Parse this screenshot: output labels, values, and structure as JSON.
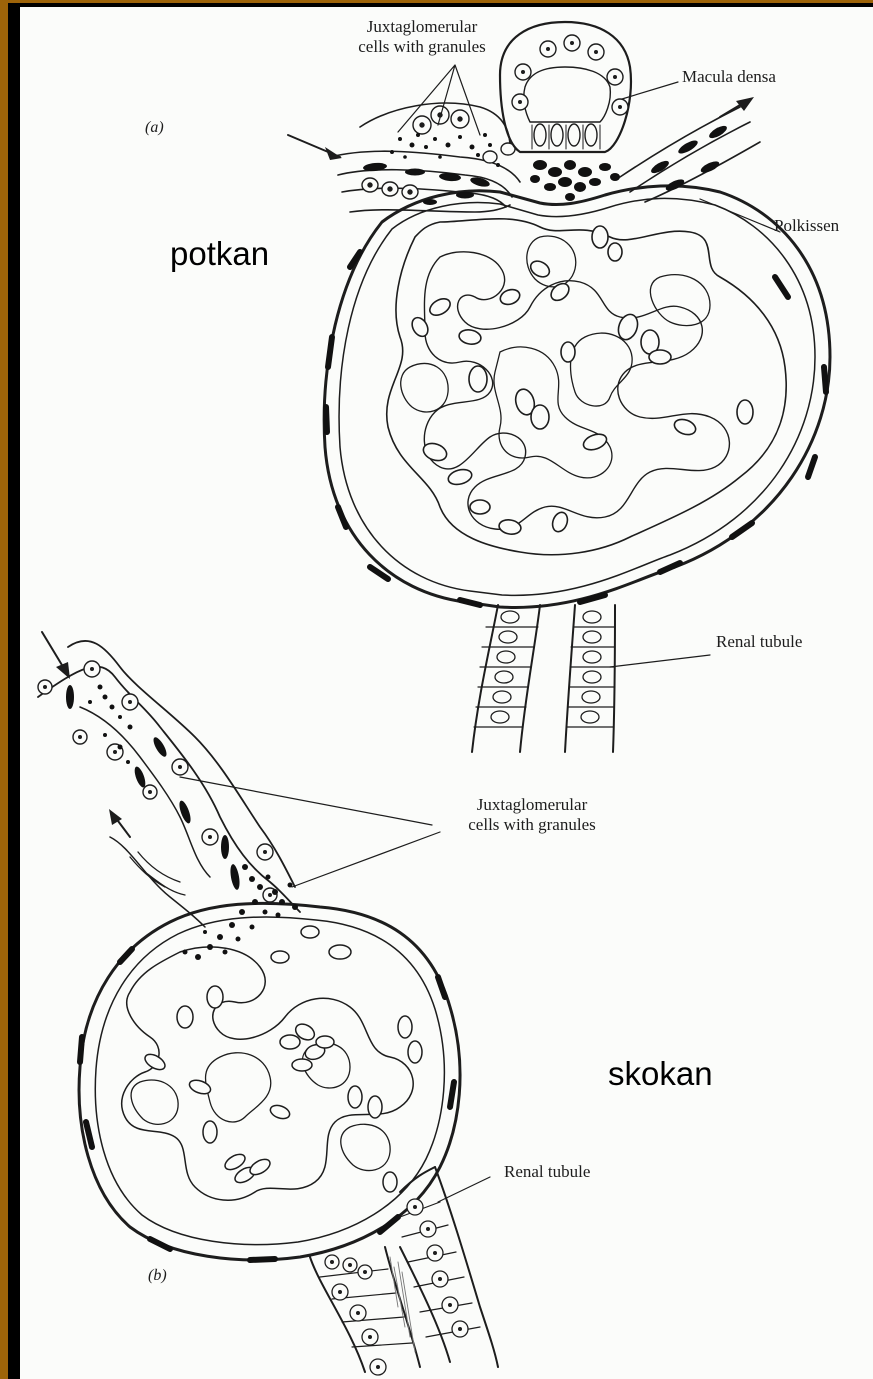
{
  "panel_a": {
    "letter": "(a)",
    "caption": "potkan",
    "labels": {
      "jg_line1": "Juxtaglomerular",
      "jg_line2": "cells with granules",
      "macula_densa": "Macula densa",
      "polkissen": "Polkissen",
      "renal_tubule": "Renal tubule"
    }
  },
  "panel_b": {
    "letter": "(b)",
    "caption": "skokan",
    "labels": {
      "jg_line1": "Juxtaglomerular",
      "jg_line2": "cells with granules",
      "renal_tubule": "Renal tubule"
    }
  },
  "colors": {
    "frame": "#9e6409",
    "border": "#000000",
    "paper": "#fbfcfa",
    "ink": "#1d1d1d"
  }
}
